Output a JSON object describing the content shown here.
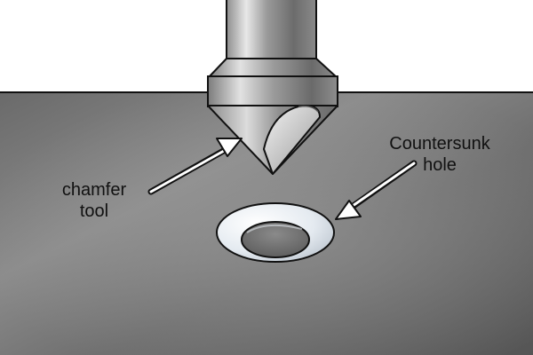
{
  "labels": {
    "chamfer_tool": [
      "chamfer",
      "tool"
    ],
    "countersunk_hole": [
      "Countersunk",
      "hole"
    ]
  },
  "colors": {
    "background": "#ffffff",
    "surface_dark": "#5e5e5e",
    "surface_light": "#8a8a8a",
    "tool_metal_light": "#d9d9d9",
    "tool_metal_dark": "#6f6f6f",
    "hole_rim": "#e6ecf2",
    "outline": "#111111"
  }
}
